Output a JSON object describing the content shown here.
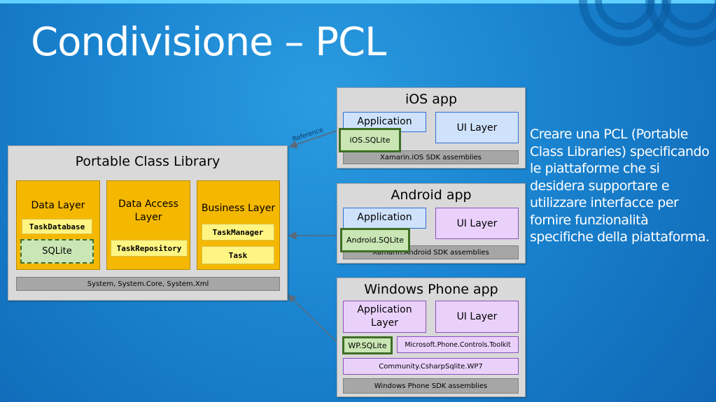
{
  "slide": {
    "title": "Condivisione – PCL",
    "description": "Creare una PCL (Portable Class Libraries) specificando le piattaforme che si desidera supportare e utilizzare interfacce per fornire funzionalità specifiche della piattaforma."
  },
  "arrow_label": "Reference",
  "pcl": {
    "title": "Portable Class Library",
    "data_layer": {
      "title": "Data Layer",
      "items": [
        "TaskDatabase",
        "SQLite"
      ]
    },
    "data_access_layer": {
      "title": "Data Access Layer",
      "items": [
        "TaskRepository"
      ]
    },
    "business_layer": {
      "title": "Business Layer",
      "items": [
        "TaskManager",
        "Task"
      ]
    },
    "system_assemblies": "System, System.Core, System.Xml"
  },
  "ios": {
    "title": "iOS app",
    "application": "Application",
    "ui_layer": "UI Layer",
    "sqlite": "iOS.SQLite",
    "sdk": "Xamarin.iOS SDK assemblies"
  },
  "android": {
    "title": "Android app",
    "application": "Application",
    "ui_layer": "UI Layer",
    "sqlite": "Android.SQLite",
    "sdk": "Xamarin.Android SDK assemblies"
  },
  "wp": {
    "title": "Windows Phone app",
    "application": "Application Layer",
    "ui_layer": "UI Layer",
    "sqlite": "WP.SQLite",
    "toolkit": "Microsoft.Phone.Controls.Toolkit",
    "community": "Community.CsharpSqlite.WP7",
    "sdk": "Windows Phone SDK assemblies"
  },
  "colors": {
    "background": "#1a84d0",
    "pcl_layer": "#f5b800",
    "ios_android_box": "#cfe2fb",
    "wp_box": "#ead1fb",
    "platform_sqlite": "#c9e6b4"
  }
}
